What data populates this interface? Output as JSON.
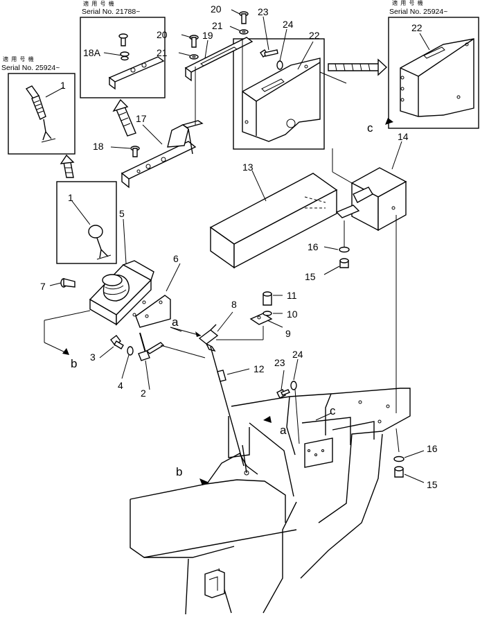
{
  "inset_headers": {
    "left": {
      "jp": "適 用 号 機",
      "serial": "Serial No. 25924~"
    },
    "top": {
      "jp": "適 用 号 機",
      "serial": "Serial No. 21788~"
    },
    "right": {
      "jp": "適 用 号 機",
      "serial": "Serial No. 25924~"
    }
  },
  "part_labels": {
    "p1a": "1",
    "p1b": "1",
    "p2": "2",
    "p3": "3",
    "p4": "4",
    "p5": "5",
    "p6": "6",
    "p7": "7",
    "p8": "8",
    "p9": "9",
    "p10": "10",
    "p11": "11",
    "p12": "12",
    "p13": "13",
    "p14": "14",
    "p15a": "15",
    "p15b": "15",
    "p16a": "16",
    "p16b": "16",
    "p17": "17",
    "p18": "18",
    "p18a": "18A",
    "p19": "19",
    "p20a": "20",
    "p20b": "20",
    "p21a": "21",
    "p21b": "21",
    "p22a": "22",
    "p22b": "22",
    "p23a": "23",
    "p23b": "23",
    "p24a": "24",
    "p24b": "24"
  },
  "ref_labels": {
    "a1": "a",
    "a2": "a",
    "b1": "b",
    "b2": "b",
    "c1": "c",
    "c2": "c"
  }
}
